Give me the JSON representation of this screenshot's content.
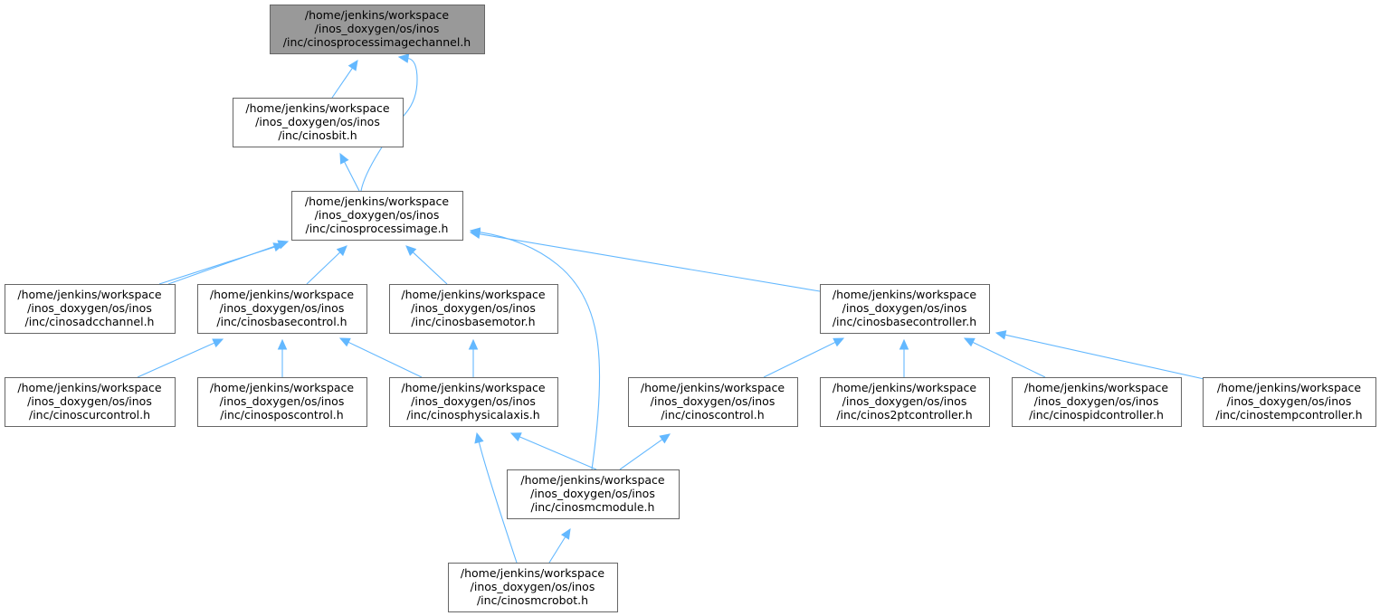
{
  "diagram": {
    "type": "include-dependency-graph",
    "colors": {
      "root_fill": "#999999",
      "node_fill": "#ffffff",
      "node_border": "#666666",
      "edge": "#63b8ff"
    },
    "nodes": [
      {
        "id": "processimagechannel",
        "root": true,
        "lines": [
          "/home/jenkins/workspace",
          "/inos_doxygen/os/inos",
          "/inc/cinosprocessimagechannel.h"
        ]
      },
      {
        "id": "bit",
        "lines": [
          "/home/jenkins/workspace",
          "/inos_doxygen/os/inos",
          "/inc/cinosbit.h"
        ]
      },
      {
        "id": "processimage",
        "lines": [
          "/home/jenkins/workspace",
          "/inos_doxygen/os/inos",
          "/inc/cinosprocessimage.h"
        ]
      },
      {
        "id": "adcchannel",
        "lines": [
          "/home/jenkins/workspace",
          "/inos_doxygen/os/inos",
          "/inc/cinosadcchannel.h"
        ]
      },
      {
        "id": "basecontrol",
        "lines": [
          "/home/jenkins/workspace",
          "/inos_doxygen/os/inos",
          "/inc/cinosbasecontrol.h"
        ]
      },
      {
        "id": "basemotor",
        "lines": [
          "/home/jenkins/workspace",
          "/inos_doxygen/os/inos",
          "/inc/cinosbasemotor.h"
        ]
      },
      {
        "id": "basecontroller",
        "lines": [
          "/home/jenkins/workspace",
          "/inos_doxygen/os/inos",
          "/inc/cinosbasecontroller.h"
        ]
      },
      {
        "id": "curcontrol",
        "lines": [
          "/home/jenkins/workspace",
          "/inos_doxygen/os/inos",
          "/inc/cinoscurcontrol.h"
        ]
      },
      {
        "id": "poscontrol",
        "lines": [
          "/home/jenkins/workspace",
          "/inos_doxygen/os/inos",
          "/inc/cinosposcontrol.h"
        ]
      },
      {
        "id": "physicalaxis",
        "lines": [
          "/home/jenkins/workspace",
          "/inos_doxygen/os/inos",
          "/inc/cinosphysicalaxis.h"
        ]
      },
      {
        "id": "control",
        "lines": [
          "/home/jenkins/workspace",
          "/inos_doxygen/os/inos",
          "/inc/cinoscontrol.h"
        ]
      },
      {
        "id": "2ptcontroller",
        "lines": [
          "/home/jenkins/workspace",
          "/inos_doxygen/os/inos",
          "/inc/cinos2ptcontroller.h"
        ]
      },
      {
        "id": "pidcontroller",
        "lines": [
          "/home/jenkins/workspace",
          "/inos_doxygen/os/inos",
          "/inc/cinospidcontroller.h"
        ]
      },
      {
        "id": "tempcontroller",
        "lines": [
          "/home/jenkins/workspace",
          "/inos_doxygen/os/inos",
          "/inc/cinostempcontroller.h"
        ]
      },
      {
        "id": "mcmodule",
        "lines": [
          "/home/jenkins/workspace",
          "/inos_doxygen/os/inos",
          "/inc/cinosmcmodule.h"
        ]
      },
      {
        "id": "mcrobot",
        "lines": [
          "/home/jenkins/workspace",
          "/inos_doxygen/os/inos",
          "/inc/cinosmcrobot.h"
        ]
      }
    ],
    "edges": [
      {
        "from": "bit",
        "to": "processimagechannel"
      },
      {
        "from": "processimage",
        "to": "processimagechannel"
      },
      {
        "from": "processimage",
        "to": "bit"
      },
      {
        "from": "adcchannel",
        "to": "processimage"
      },
      {
        "from": "adcchannel",
        "to": "processimage"
      },
      {
        "from": "basecontrol",
        "to": "processimage"
      },
      {
        "from": "basemotor",
        "to": "processimage"
      },
      {
        "from": "basecontroller",
        "to": "processimage"
      },
      {
        "from": "mcmodule",
        "to": "processimage"
      },
      {
        "from": "curcontrol",
        "to": "basecontrol"
      },
      {
        "from": "poscontrol",
        "to": "basecontrol"
      },
      {
        "from": "physicalaxis",
        "to": "basecontrol"
      },
      {
        "from": "physicalaxis",
        "to": "basemotor"
      },
      {
        "from": "control",
        "to": "basecontroller"
      },
      {
        "from": "2ptcontroller",
        "to": "basecontroller"
      },
      {
        "from": "pidcontroller",
        "to": "basecontroller"
      },
      {
        "from": "tempcontroller",
        "to": "basecontroller"
      },
      {
        "from": "mcmodule",
        "to": "physicalaxis"
      },
      {
        "from": "mcrobot",
        "to": "physicalaxis"
      },
      {
        "from": "mcmodule",
        "to": "control"
      },
      {
        "from": "mcrobot",
        "to": "mcmodule"
      }
    ]
  }
}
